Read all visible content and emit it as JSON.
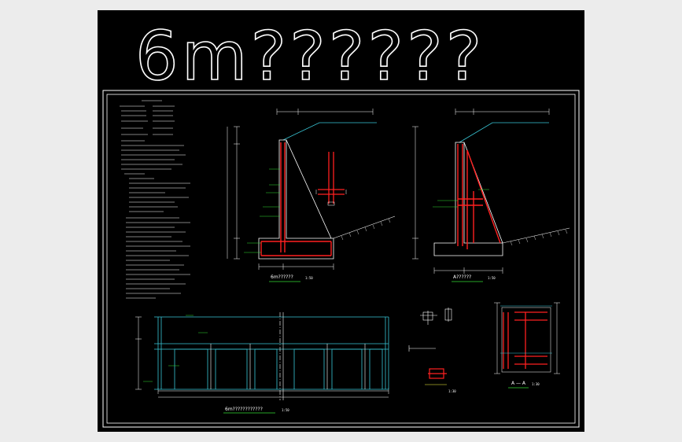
{
  "drawing": {
    "title": "6m??????",
    "captions": {
      "section_a": "6m??????",
      "section_b": "A??????",
      "elevation": "6m????????????",
      "detail_section": "A — A"
    },
    "scales": {
      "section_a": "1:50",
      "section_b": "1:50",
      "elevation": "1:50",
      "detail_small": "1:30",
      "detail_section": "1:30"
    }
  },
  "colors": {
    "background": "#000000",
    "paper": "#ececec",
    "line": "#ffffff",
    "rebar": "#ff2020",
    "outline": "#39c6d6",
    "accent": "#ffff40",
    "green": "#33dd33"
  }
}
